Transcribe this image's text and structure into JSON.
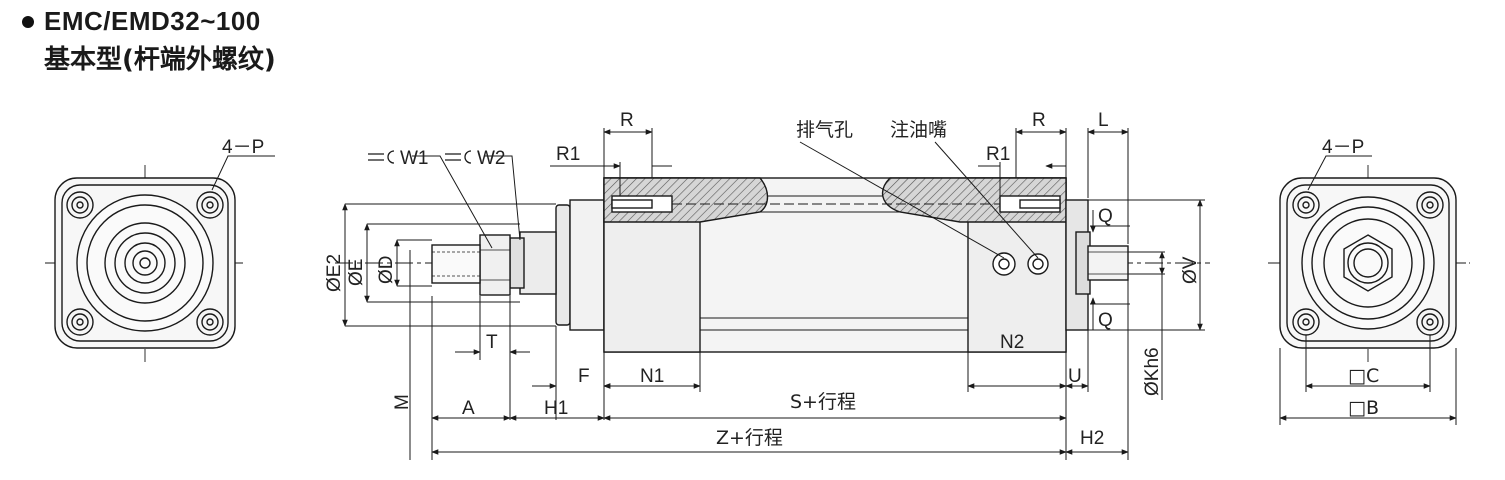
{
  "header": {
    "title": "EMC/EMD32~100",
    "subtitle": "基本型(杆端外螺纹)"
  },
  "left_view": {
    "hole_label": "4－P"
  },
  "right_view": {
    "hole_label": "4－P",
    "dim_c": "□C",
    "dim_b": "□B"
  },
  "side_view": {
    "wrench_w1": "W1",
    "wrench_w2": "W2",
    "exhaust_label": "排气孔",
    "grease_label": "注油嘴",
    "dims": {
      "R_left": "R",
      "R_right": "R",
      "R1_left": "R1",
      "R1_right": "R1",
      "L": "L",
      "E2": "ØE2",
      "E": "ØE",
      "D": "ØD",
      "M": "M",
      "T": "T",
      "Q_top": "Q",
      "Q_bottom": "Q",
      "V": "ØV",
      "Kh6": "ØKh6",
      "F": "F",
      "N1": "N1",
      "N2": "N2",
      "U": "U",
      "A": "A",
      "H1": "H1",
      "S": "S+行程",
      "Z": "Z+行程",
      "H2": "H2"
    }
  },
  "colors": {
    "line": "#1a1a1a",
    "body_fill": "#f2f2f2",
    "section_fill": "#cfcfcf",
    "hatch": "#555555"
  }
}
